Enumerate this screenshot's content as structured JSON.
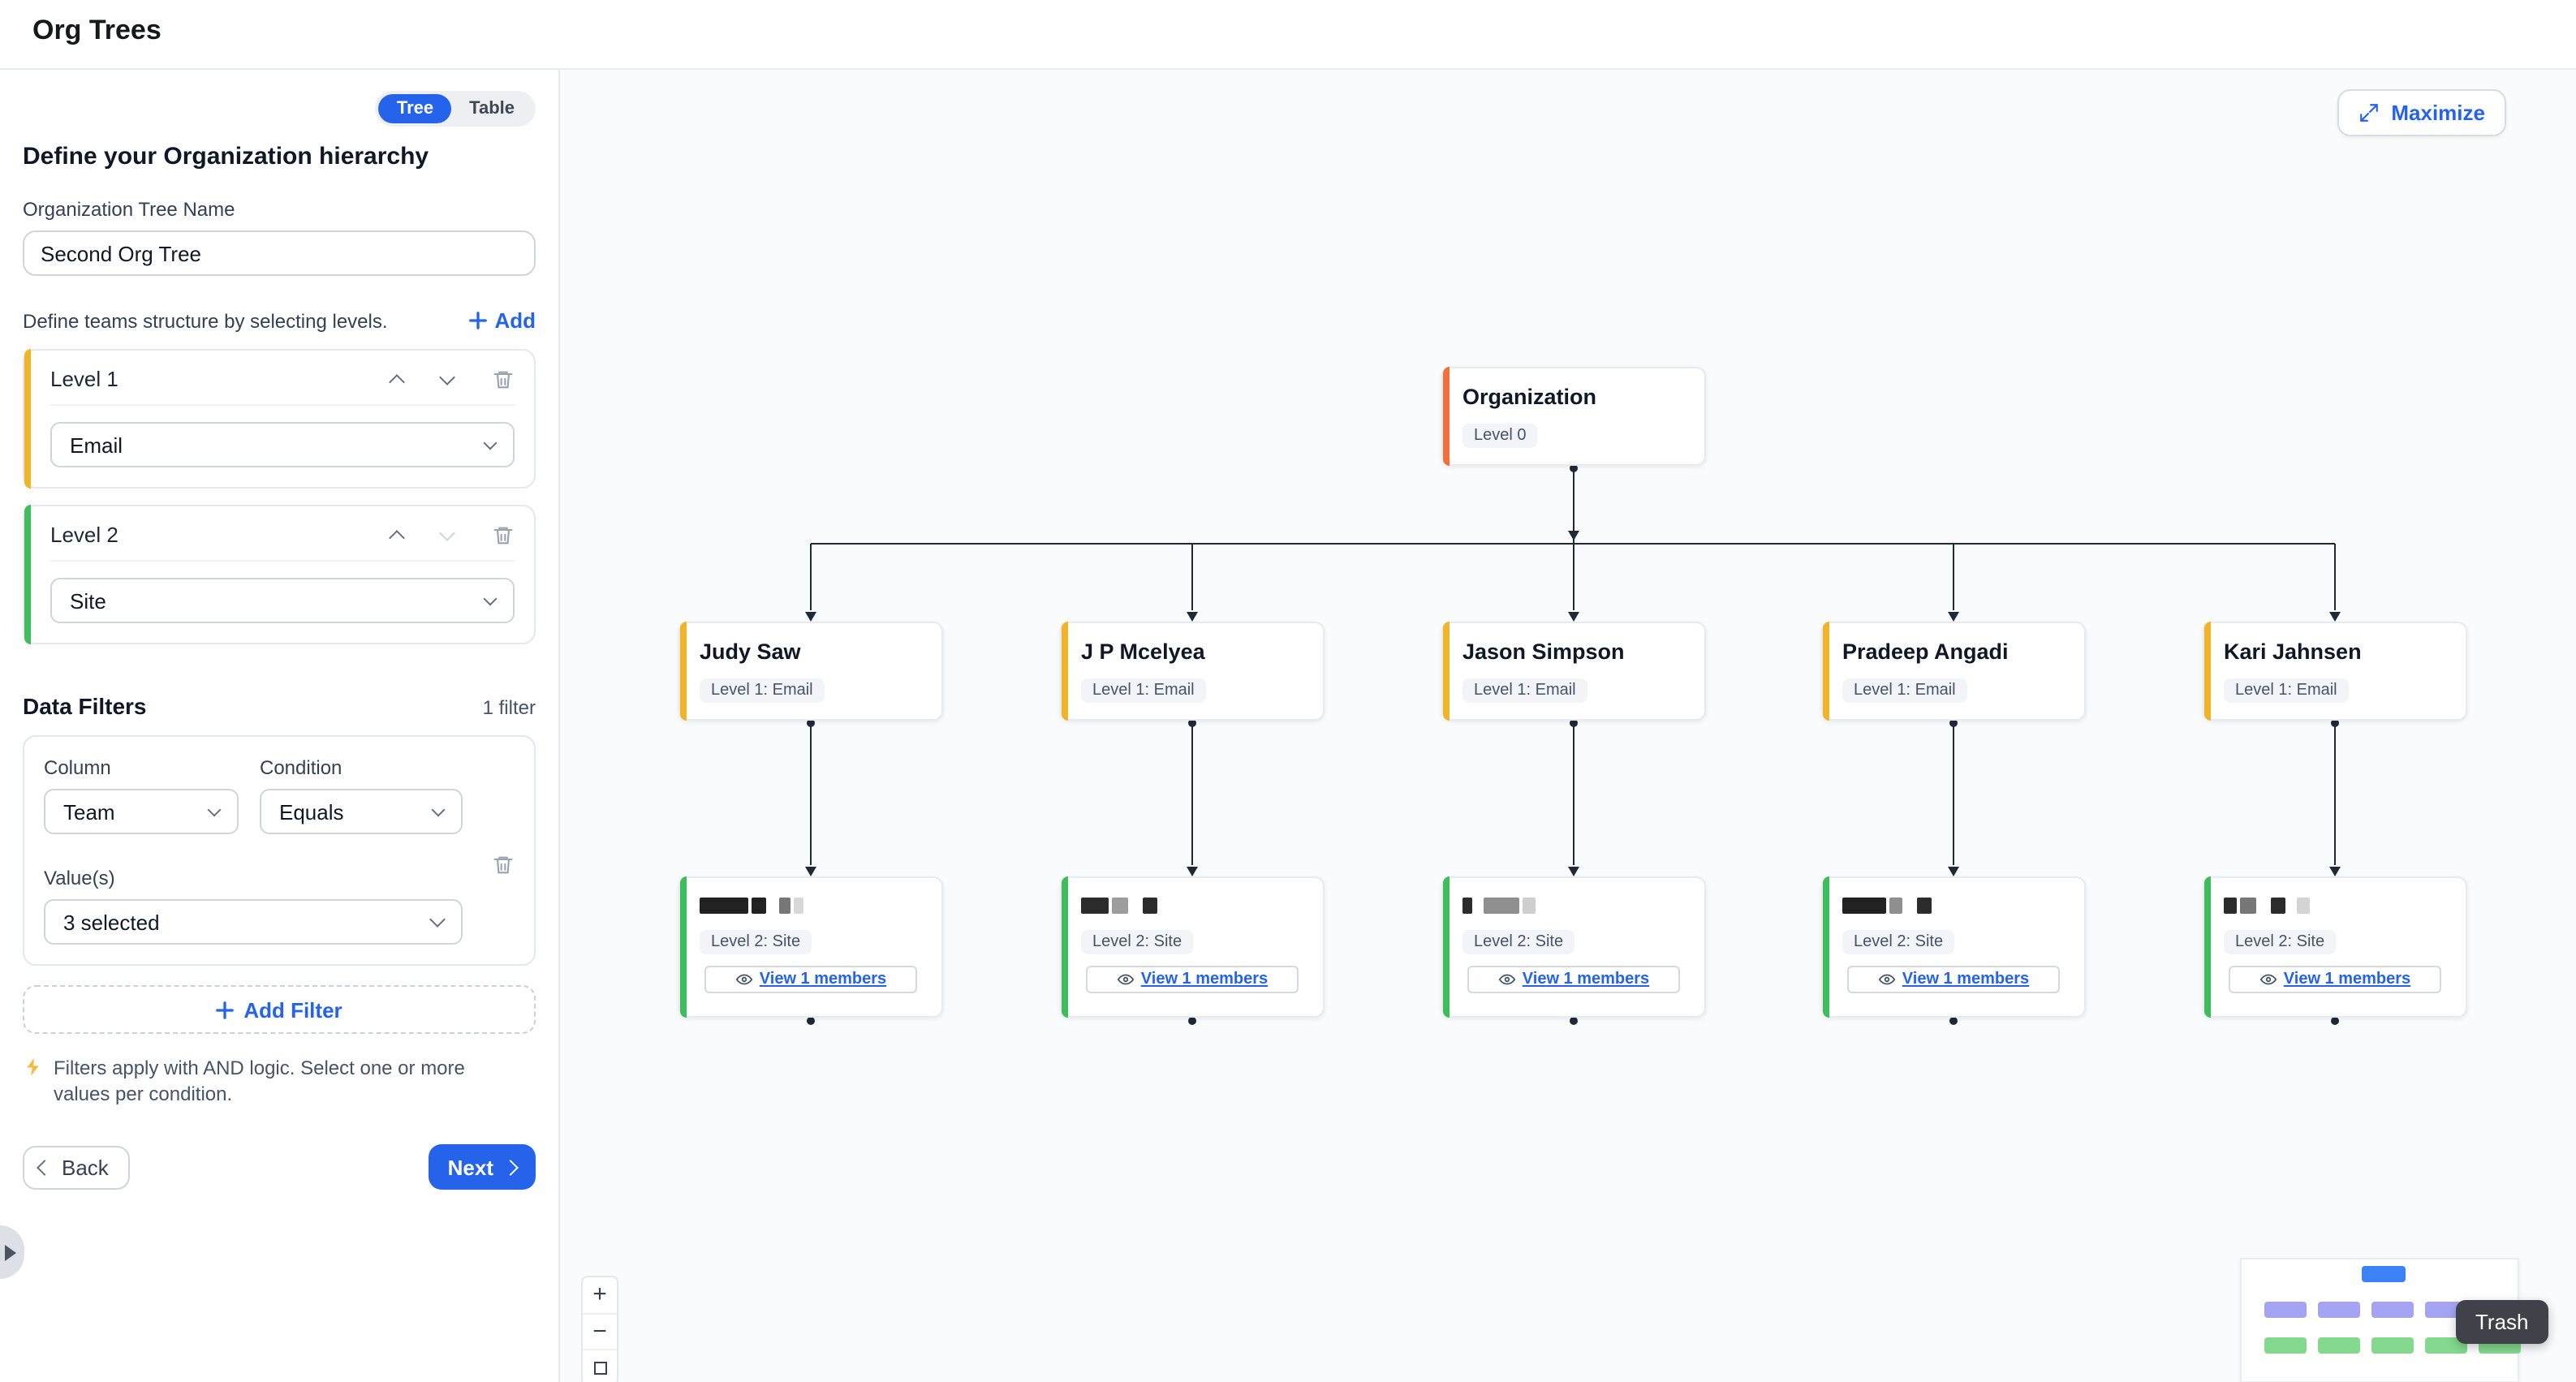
{
  "header": {
    "title": "Org Trees"
  },
  "sidebar": {
    "toggle": {
      "tree": "Tree",
      "table": "Table",
      "selected": "Tree"
    },
    "heading": "Define your Organization hierarchy",
    "tree_name_label": "Organization Tree Name",
    "tree_name_value": "Second Org Tree",
    "levels_description": "Define teams structure by selecting levels.",
    "add_level_label": "Add",
    "levels": [
      {
        "label": "Level 1",
        "value": "Email"
      },
      {
        "label": "Level 2",
        "value": "Site"
      }
    ],
    "filters": {
      "heading": "Data Filters",
      "count": "1 filter",
      "column_label": "Column",
      "condition_label": "Condition",
      "column_value": "Team",
      "condition_value": "Equals",
      "values_label": "Value(s)",
      "values_value": "3 selected",
      "add_filter_label": "Add Filter",
      "note": "Filters apply with AND logic. Select one or more values per condition."
    },
    "back_label": "Back",
    "next_label": "Next"
  },
  "canvas": {
    "maximize_label": "Maximize",
    "zoom": {
      "in": "+",
      "out": "−"
    },
    "trash_tooltip": "Trash",
    "tree": {
      "root": {
        "title": "Organization",
        "badge": "Level 0"
      },
      "level1": [
        {
          "title": "Judy Saw",
          "badge": "Level 1: Email"
        },
        {
          "title": "J P Mcelyea",
          "badge": "Level 1: Email"
        },
        {
          "title": "Jason Simpson",
          "badge": "Level 1: Email"
        },
        {
          "title": "Pradeep Angadi",
          "badge": "Level 1: Email"
        },
        {
          "title": "Kari Jahnsen",
          "badge": "Level 1: Email"
        }
      ],
      "level2": [
        {
          "badge": "Level 2: Site",
          "view_label": "View 1 members",
          "name_redacted": true
        },
        {
          "badge": "Level 2: Site",
          "view_label": "View 1 members",
          "name_redacted": true
        },
        {
          "badge": "Level 2: Site",
          "view_label": "View 1 members",
          "name_redacted": true
        },
        {
          "badge": "Level 2: Site",
          "view_label": "View 1 members",
          "name_redacted": true
        },
        {
          "badge": "Level 2: Site",
          "view_label": "View 1 members",
          "name_redacted": true
        }
      ]
    }
  },
  "colors": {
    "accent_blue": "#2563eb",
    "root_accent": "#f4703a",
    "level1_accent": "#f0b429",
    "level2_accent": "#3ebd5d",
    "canvas_bg": "#fafbfc",
    "badge_bg": "#f2f4f7",
    "tooltip_bg": "#414149"
  }
}
